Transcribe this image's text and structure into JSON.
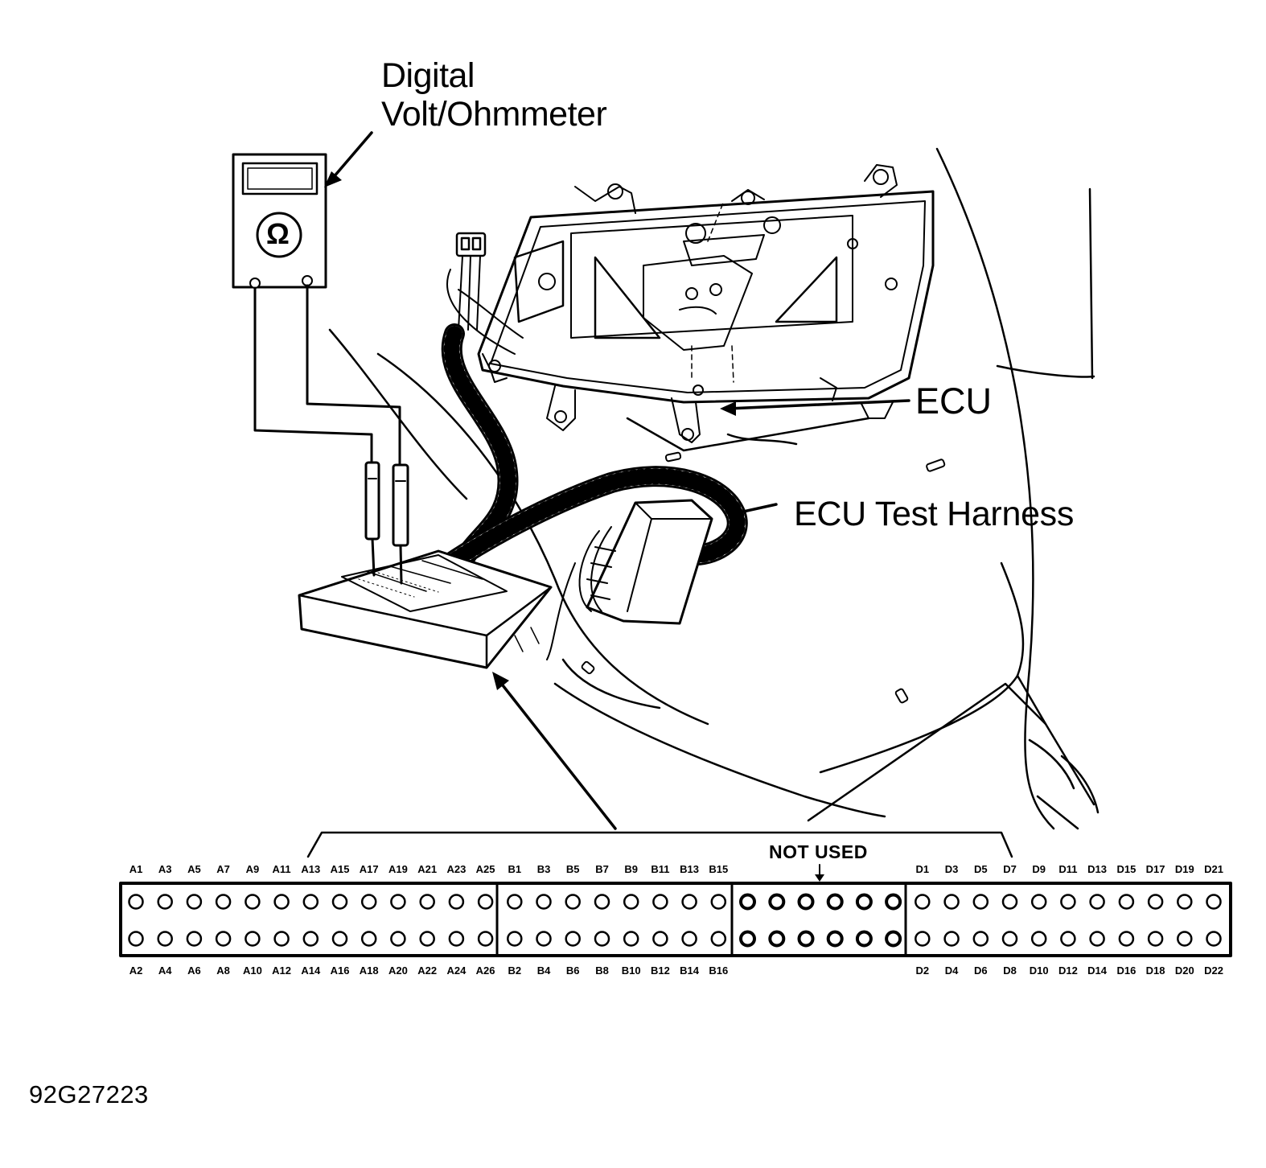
{
  "labels": {
    "meter_line1": "Digital",
    "meter_line2": "Volt/Ohmmeter",
    "ecu": "ECU",
    "harness": "ECU Test Harness",
    "not_used": "NOT USED",
    "figure_id": "92G27223",
    "omega": "Ω"
  },
  "connector": {
    "top_labels": [
      "A1",
      "A3",
      "A5",
      "A7",
      "A9",
      "A11",
      "A13",
      "A15",
      "A17",
      "A19",
      "A21",
      "A23",
      "A25",
      "B1",
      "B3",
      "B5",
      "B7",
      "B9",
      "B11",
      "B13",
      "B15",
      "",
      "",
      "",
      "",
      "",
      "",
      "D1",
      "D3",
      "D5",
      "D7",
      "D9",
      "D11",
      "D13",
      "D15",
      "D17",
      "D19",
      "D21"
    ],
    "bottom_labels": [
      "A2",
      "A4",
      "A6",
      "A8",
      "A10",
      "A12",
      "A14",
      "A16",
      "A18",
      "A20",
      "A22",
      "A24",
      "A26",
      "B2",
      "B4",
      "B6",
      "B8",
      "B10",
      "B12",
      "B14",
      "B16",
      "",
      "",
      "",
      "",
      "",
      "",
      "D2",
      "D4",
      "D6",
      "D8",
      "D10",
      "D12",
      "D14",
      "D16",
      "D18",
      "D20",
      "D22"
    ],
    "not_used_range": [
      21,
      26
    ]
  },
  "colors": {
    "ink": "#000000",
    "paper": "#ffffff"
  }
}
